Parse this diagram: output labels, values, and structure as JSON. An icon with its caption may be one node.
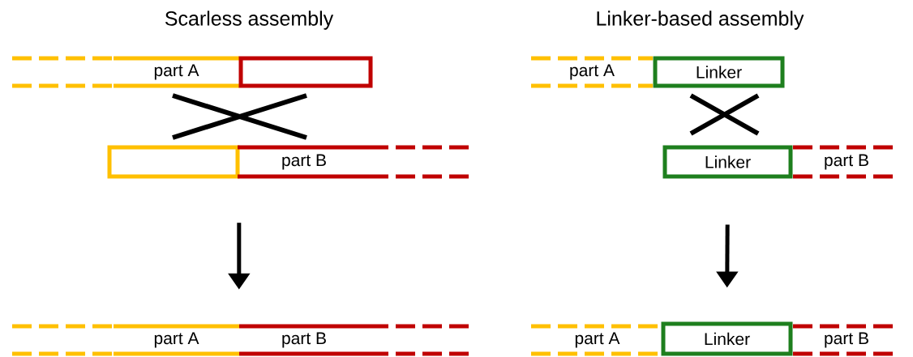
{
  "diagram": {
    "nodes": [
      {
        "text": [
          "part A"
        ]
      },
      {
        "text": [],
        "shape": "box"
      },
      {
        "text": [],
        "shape": "box"
      },
      {
        "text": [
          "part B"
        ]
      },
      {
        "text": [
          "part A"
        ]
      },
      {
        "text": [
          "part B"
        ]
      },
      {
        "text": [
          "part A"
        ]
      },
      {
        "text": [
          "Linker"
        ]
      },
      {
        "text": [
          "Linker"
        ]
      },
      {
        "text": [
          "part B"
        ]
      },
      {
        "text": [
          "part A"
        ]
      },
      {
        "text": [
          "Linker"
        ]
      },
      {
        "text": [
          "part B"
        ]
      }
    ],
    "edges": [
      {
        "from": 3,
        "to": 5,
        "arrow": "to"
      },
      {
        "from": 8,
        "to": 11,
        "arrow": "to"
      }
    ],
    "labels": [
      "Scarless assembly",
      "Linker-based assembly"
    ]
  }
}
